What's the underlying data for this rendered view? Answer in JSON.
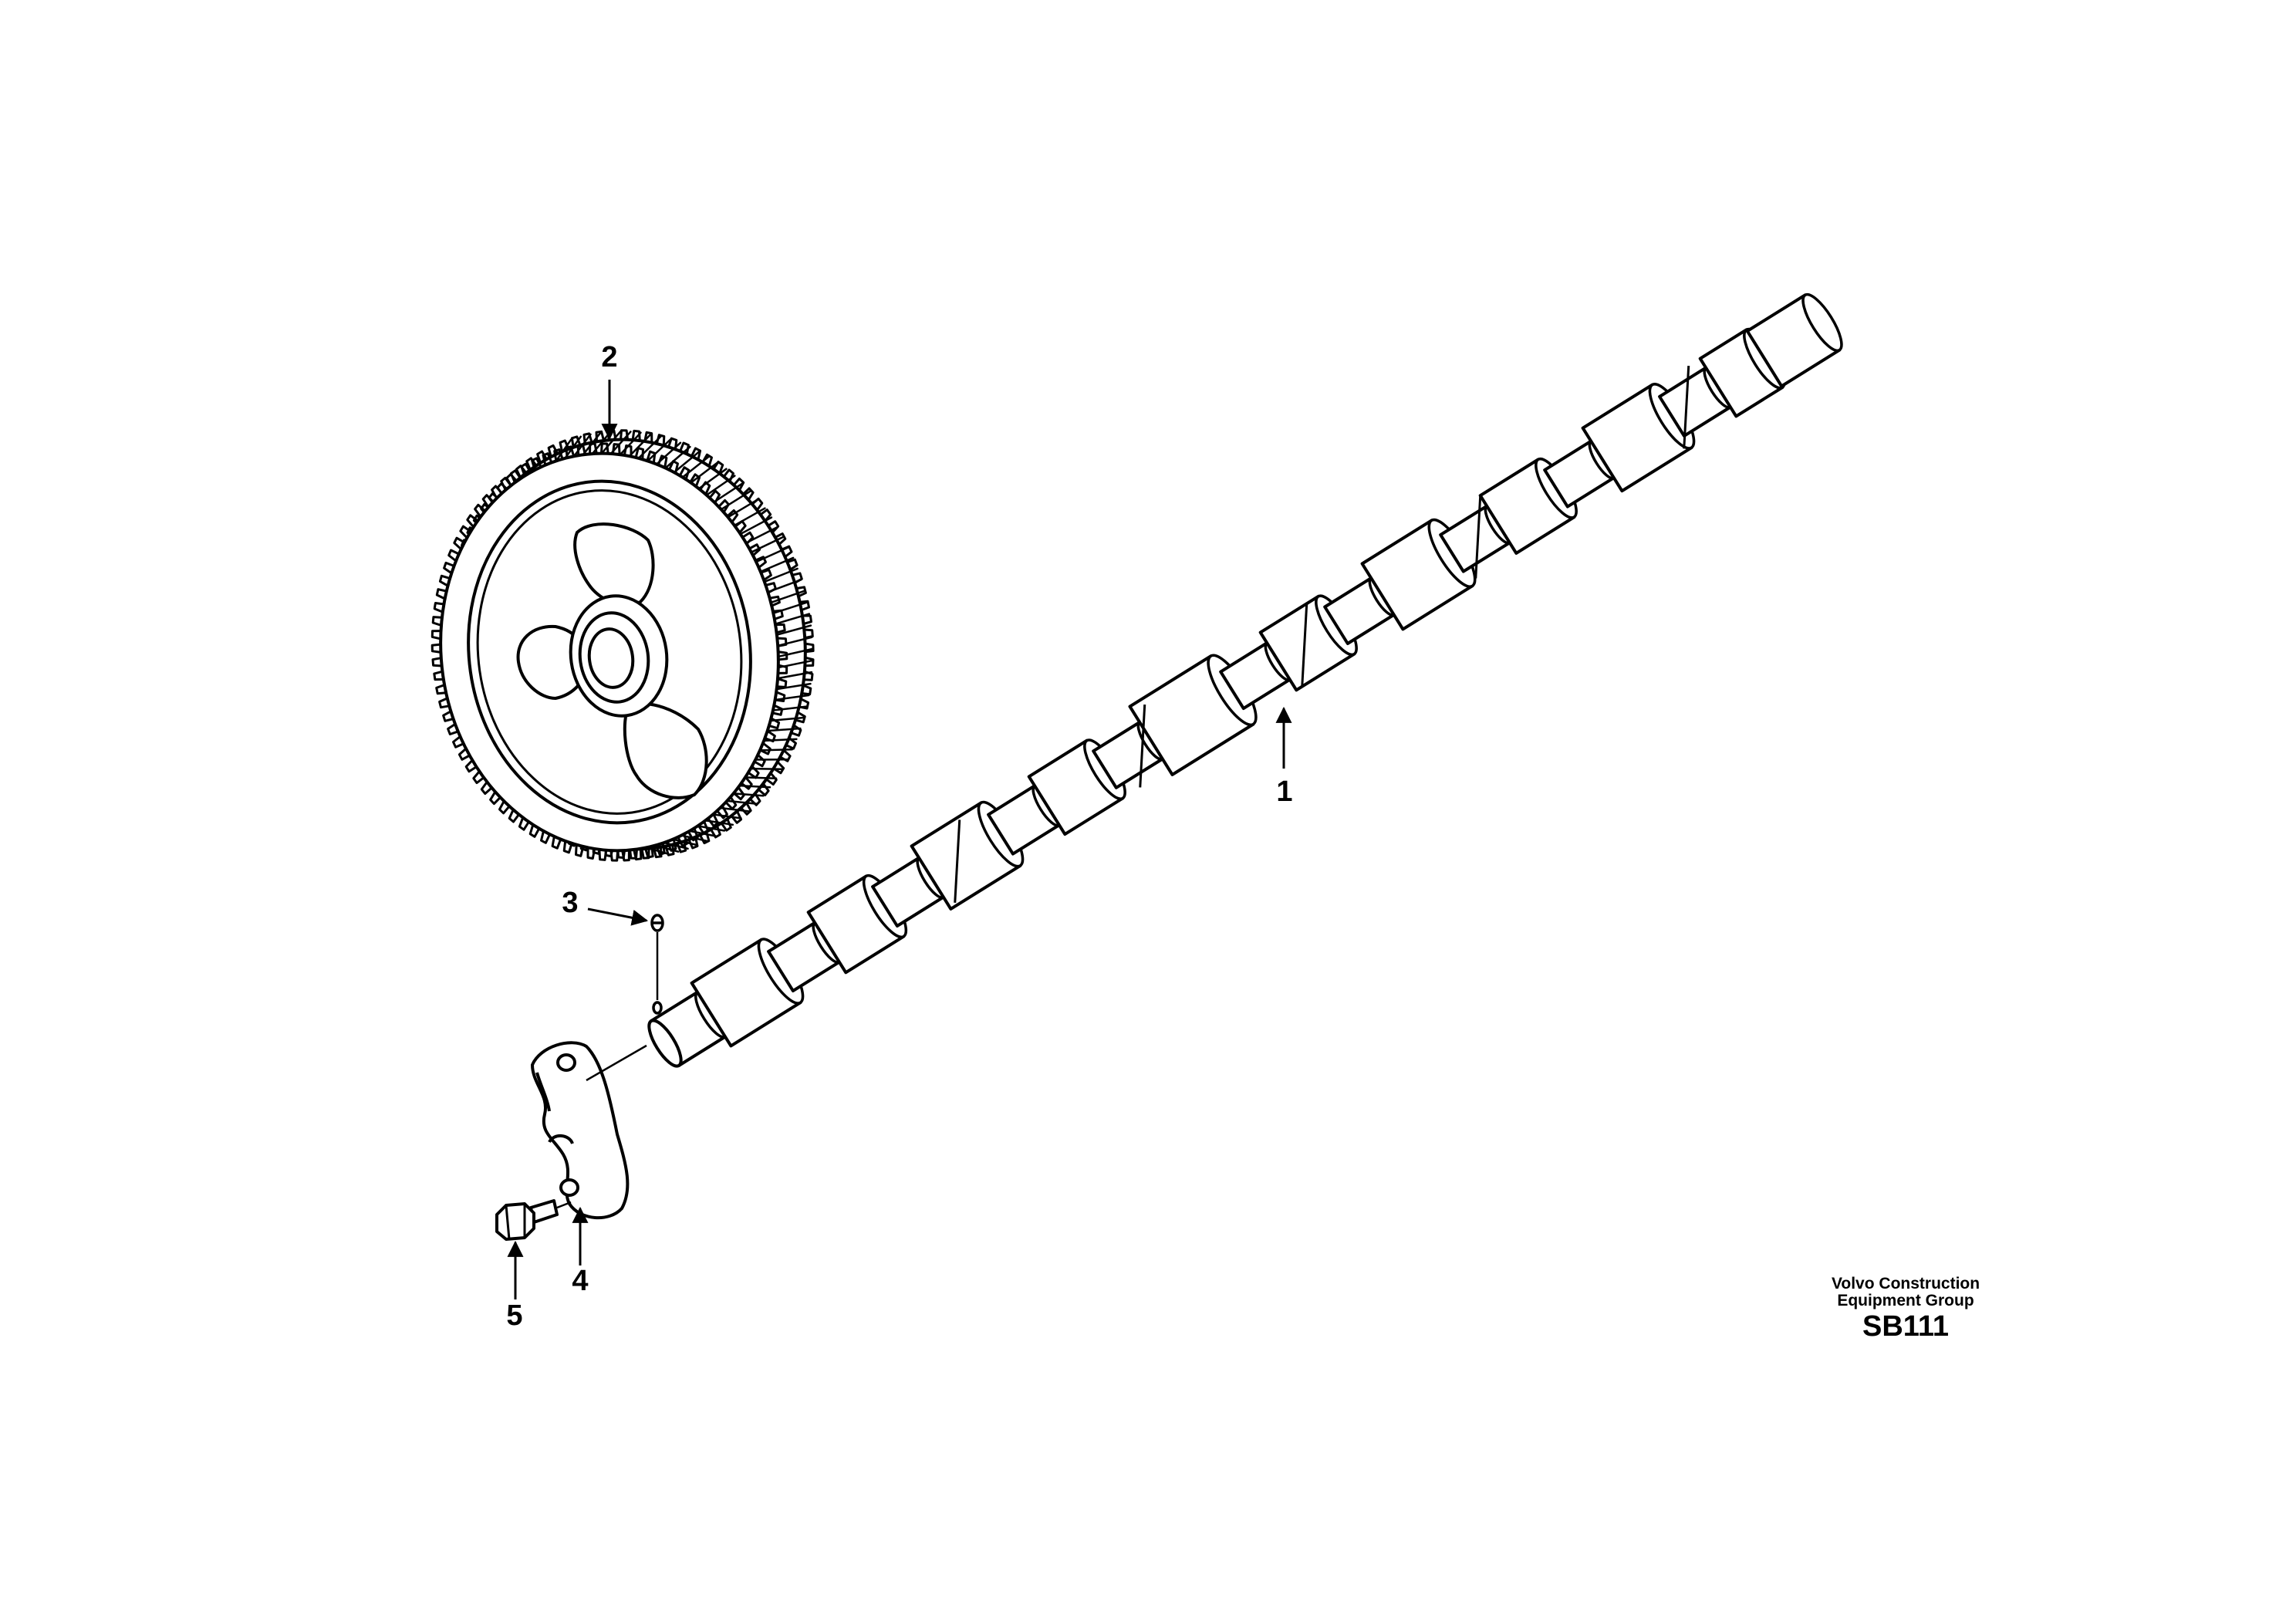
{
  "callouts": {
    "c1": "1",
    "c2": "2",
    "c3": "3",
    "c4": "4",
    "c5": "5"
  },
  "credit": {
    "line1": "Volvo Construction",
    "line2": "Equipment Group",
    "code": "SB111"
  },
  "icons": {
    "gear": "camshaft-gear-icon",
    "shaft": "camshaft-icon",
    "pin": "pin-icon",
    "plate": "thrust-plate-icon",
    "bolt": "bolt-icon"
  },
  "colors": {
    "line": "#000000",
    "background": "#ffffff"
  }
}
